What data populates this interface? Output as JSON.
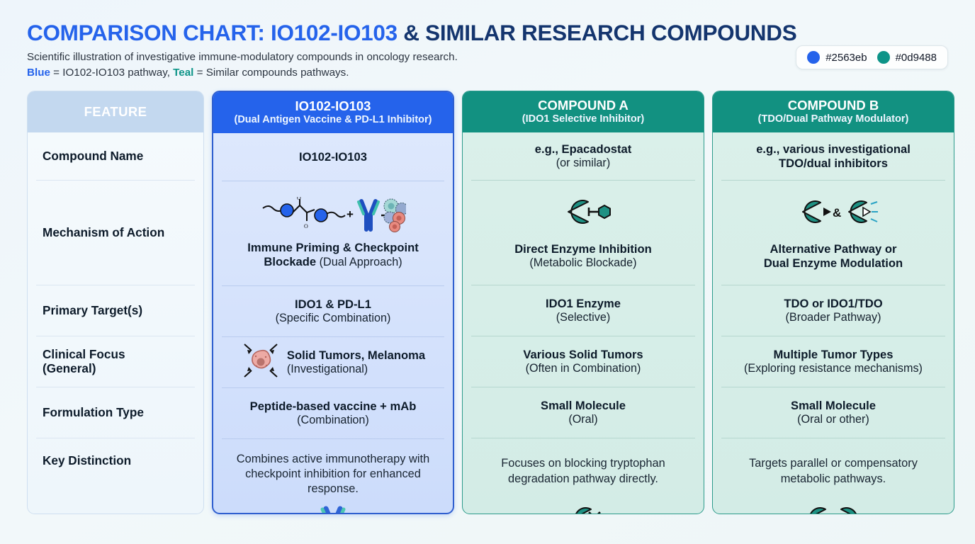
{
  "header": {
    "title_blue": "COMPARISON CHART: IO102-IO103",
    "title_navy": "& SIMILAR RESEARCH COMPOUNDS",
    "subtitle_line1": "Scientific illustration of investigative immune-modulatory compounds in oncology research.",
    "subtitle_blue_word": "Blue",
    "subtitle_mid": " = IO102-IO103 pathway, ",
    "subtitle_teal_word": "Teal",
    "subtitle_end": " = Similar compounds pathways."
  },
  "legend": {
    "items": [
      {
        "color": "#2563eb",
        "label": "#2563eb",
        "icon": "blue-circle-swatch"
      },
      {
        "color": "#0d9488",
        "label": "#0d9488",
        "icon": "teal-circle-swatch"
      }
    ]
  },
  "colors": {
    "blue": "#2563eb",
    "teal": "#0d9488",
    "navy": "#14356e",
    "header_blue_bg": "#2563eb",
    "header_teal_bg": "#129181",
    "feature_header_bg": "#c3d8ef"
  },
  "columns": {
    "feature": {
      "header_main": "FEATURE",
      "header_sub": ""
    },
    "io": {
      "header_main": "IO102-IO103",
      "header_sub": "(Dual Antigen Vaccine & PD-L1 Inhibitor)"
    },
    "compound_a": {
      "header_main": "COMPOUND A",
      "header_sub": "(IDO1 Selective Inhibitor)"
    },
    "compound_b": {
      "header_main": "COMPOUND B",
      "header_sub": "(TDO/Dual Pathway Modulator)"
    }
  },
  "features": [
    {
      "label": "Compound Name"
    },
    {
      "label": "Mechanism of Action"
    },
    {
      "label": "Primary Target(s)"
    },
    {
      "label": "Clinical Focus\n(General)",
      "label_line1": "Clinical Focus",
      "label_line2": "(General)"
    },
    {
      "label": "Formulation Type"
    },
    {
      "label": "Key Distinction"
    }
  ],
  "rows": {
    "compound_name": {
      "io": {
        "main": "IO102-IO103",
        "sub": ""
      },
      "a": {
        "main": "e.g., Epacadostat",
        "sub": "(or similar)"
      },
      "b": {
        "main": "e.g., various investigational",
        "main2": "TDO/dual inhibitors",
        "sub": ""
      }
    },
    "mechanism": {
      "io": {
        "main": "Immune Priming & Checkpoint",
        "main2": "Blockade",
        "sub_inline": " (Dual Approach)",
        "icon": "peptide-antibody-immune-cells-icon"
      },
      "a": {
        "main": "Direct Enzyme Inhibition",
        "sub": "(Metabolic Blockade)",
        "icon": "enzyme-inhibitor-binding-icon"
      },
      "b": {
        "main": "Alternative Pathway or",
        "main2": "Dual Enzyme Modulation",
        "sub": "",
        "icon": "dual-enzyme-modulation-icon"
      }
    },
    "primary_target": {
      "io": {
        "main": "IDO1 & PD-L1",
        "sub": "(Specific Combination)"
      },
      "a": {
        "main": "IDO1 Enzyme",
        "sub": "(Selective)"
      },
      "b": {
        "main": "TDO or IDO1/TDO",
        "sub": "(Broader Pathway)"
      }
    },
    "clinical_focus": {
      "io": {
        "main": "Solid Tumors, Melanoma",
        "sub": "(Investigational)",
        "icon": "tumor-cell-targeted-icon"
      },
      "a": {
        "main": "Various Solid Tumors",
        "sub": "(Often in Combination)"
      },
      "b": {
        "main": "Multiple Tumor Types",
        "sub": "(Exploring resistance mechanisms)"
      }
    },
    "formulation": {
      "io": {
        "main": "Peptide-based vaccine + mAb",
        "sub": "(Combination)"
      },
      "a": {
        "main": "Small Molecule",
        "sub": "(Oral)"
      },
      "b": {
        "main": "Small Molecule",
        "sub": "(Oral or other)"
      }
    },
    "key_distinction": {
      "io": {
        "note": "Combines active immunotherapy with checkpoint inhibition for enhanced response.",
        "icon": "antibody-y-shape-icon"
      },
      "a": {
        "note": "Focuses on blocking tryptophan degradation pathway directly.",
        "icon": "enzyme-blocked-x-icon"
      },
      "b": {
        "note": "Targets parallel or compensatory metabolic pathways.",
        "icon": "two-enzymes-not-equal-icon"
      }
    }
  }
}
